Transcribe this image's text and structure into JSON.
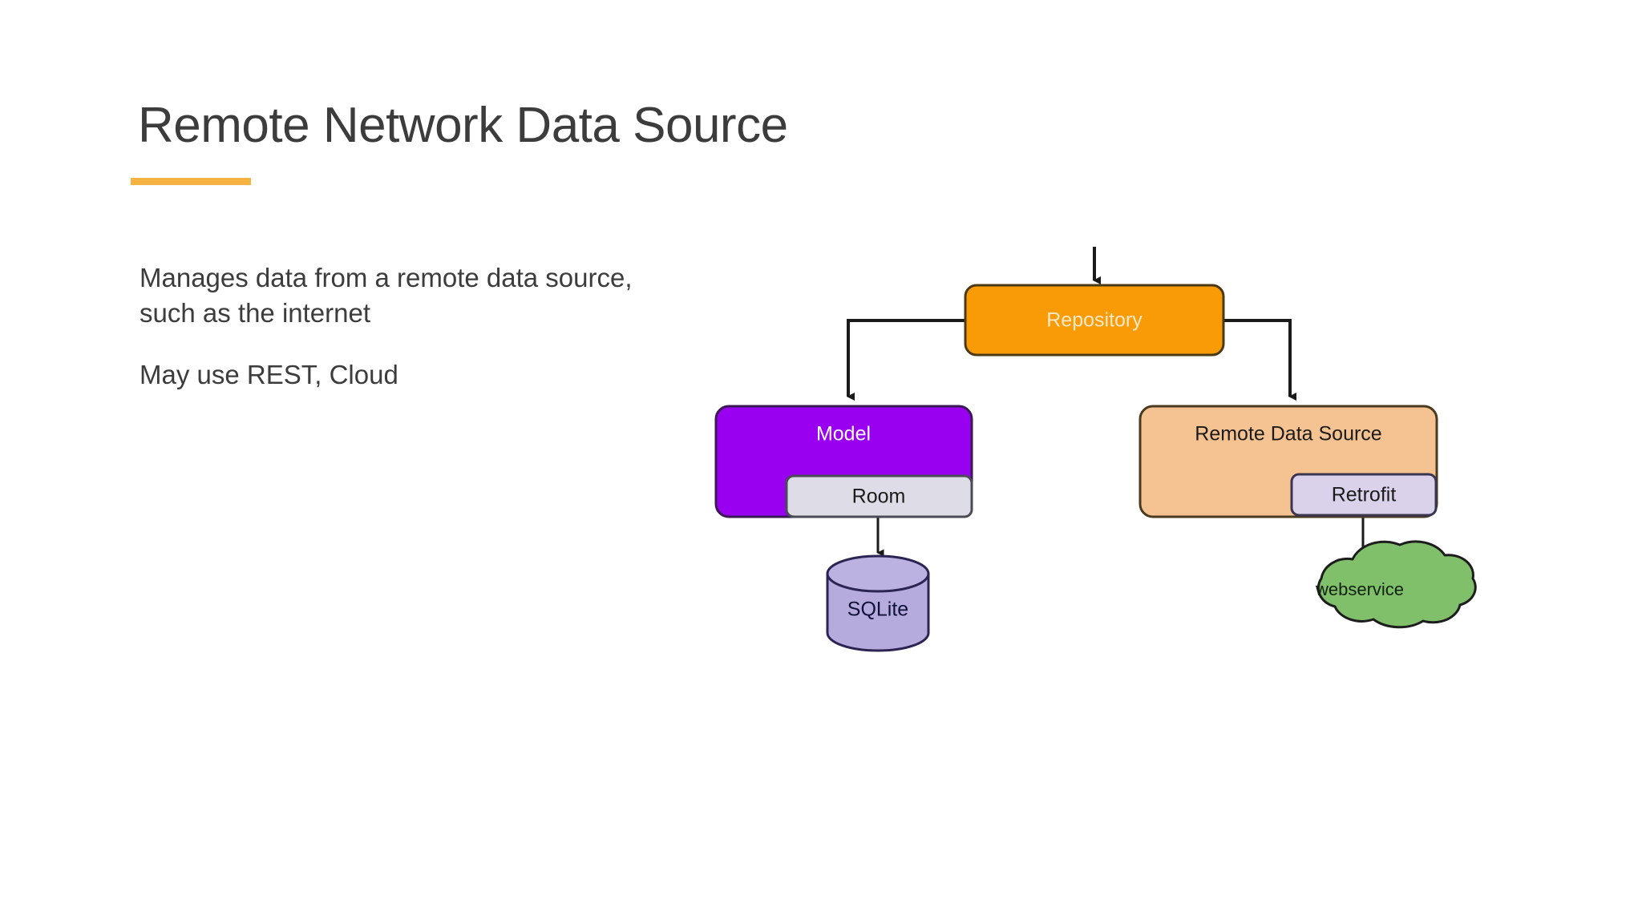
{
  "slide": {
    "title": "Remote Network Data Source",
    "accent_color": "#f5b342",
    "title_color": "#3c3c3c",
    "background_color": "#ffffff"
  },
  "body": {
    "paragraphs": [
      "Manages data from a remote data source, such as the internet",
      "May use REST, Cloud"
    ]
  },
  "diagram": {
    "type": "flowchart",
    "nodes": [
      {
        "id": "repository",
        "label": "Repository",
        "shape": "rounded-rect",
        "fill": "#f99a07",
        "stroke": "#4a3a16",
        "text_color": "#fde9c8"
      },
      {
        "id": "model",
        "label": "Model",
        "shape": "rounded-rect",
        "fill": "#9900f0",
        "stroke": "#3a1a55",
        "text_color": "#ffffff"
      },
      {
        "id": "room",
        "label": "Room",
        "shape": "rounded-rect",
        "fill": "#dedce6",
        "stroke": "#4b4b55",
        "text_color": "#1b1b1b"
      },
      {
        "id": "remote-data-source",
        "label": "Remote Data Source",
        "shape": "rounded-rect",
        "fill": "#f5c391",
        "stroke": "#4a3a20",
        "text_color": "#1b1b1b"
      },
      {
        "id": "retrofit",
        "label": "Retrofit",
        "shape": "rounded-rect",
        "fill": "#d9d2ea",
        "stroke": "#3a3550",
        "text_color": "#1b1b1b"
      },
      {
        "id": "sqlite",
        "label": "SQLite",
        "shape": "cylinder",
        "fill": "#b5abdd",
        "stroke": "#2c2452",
        "text_color": "#11113a"
      },
      {
        "id": "webservice",
        "label": "webservice",
        "shape": "cloud",
        "fill": "#81c06a",
        "stroke": "#1d1d1d",
        "text_color": "#11210d"
      }
    ],
    "edges": [
      {
        "from": "external",
        "to": "repository",
        "style": "arrow-down"
      },
      {
        "from": "repository",
        "to": "model",
        "style": "elbow-arrow-left"
      },
      {
        "from": "repository",
        "to": "remote-data-source",
        "style": "elbow-arrow-right"
      },
      {
        "from": "room",
        "to": "sqlite",
        "style": "arrow-down"
      },
      {
        "from": "retrofit",
        "to": "webservice",
        "style": "arrow-down"
      }
    ]
  }
}
